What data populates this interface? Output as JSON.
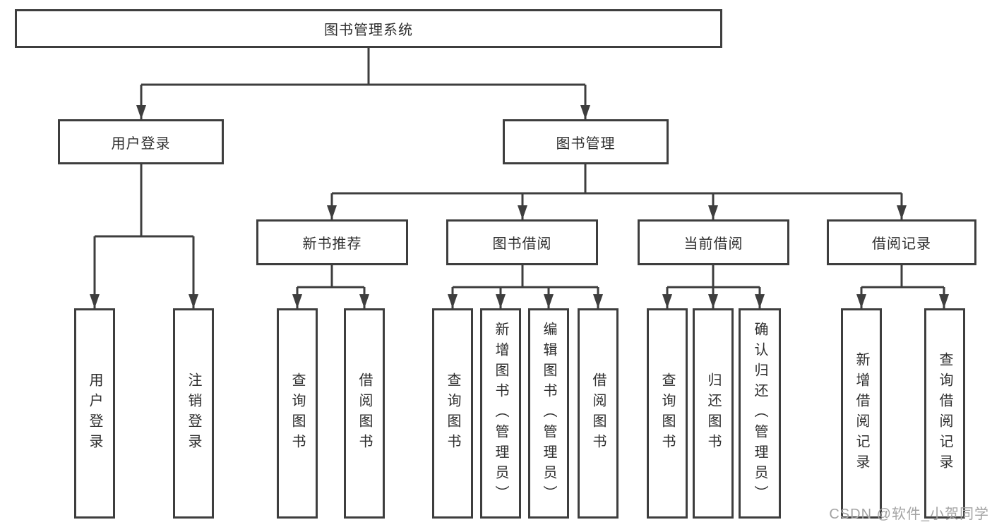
{
  "colors": {
    "stroke": "#3e3e3e",
    "text": "#2f2f2f",
    "watermark": "#a3a3a3",
    "canvas_bg": "#ffffff"
  },
  "watermark": {
    "text": "CSDN @软件_小贺同学"
  },
  "tree": {
    "label": "图书管理系统",
    "children": [
      {
        "label": "用户登录",
        "children": [
          {
            "label": "用户登录"
          },
          {
            "label": "注销登录"
          }
        ]
      },
      {
        "label": "图书管理",
        "children": [
          {
            "label": "新书推荐",
            "children": [
              {
                "label": "查询图书"
              },
              {
                "label": "借阅图书"
              }
            ]
          },
          {
            "label": "图书借阅",
            "children": [
              {
                "label": "查询图书"
              },
              {
                "label": "新增图书（管理员）"
              },
              {
                "label": "编辑图书（管理员）"
              },
              {
                "label": "借阅图书"
              }
            ]
          },
          {
            "label": "当前借阅",
            "children": [
              {
                "label": "查询图书"
              },
              {
                "label": "归还图书"
              },
              {
                "label": "确认归还（管理员）"
              }
            ]
          },
          {
            "label": "借阅记录",
            "children": [
              {
                "label": "新增借阅记录"
              },
              {
                "label": "查询借阅记录"
              }
            ]
          }
        ]
      }
    ]
  }
}
